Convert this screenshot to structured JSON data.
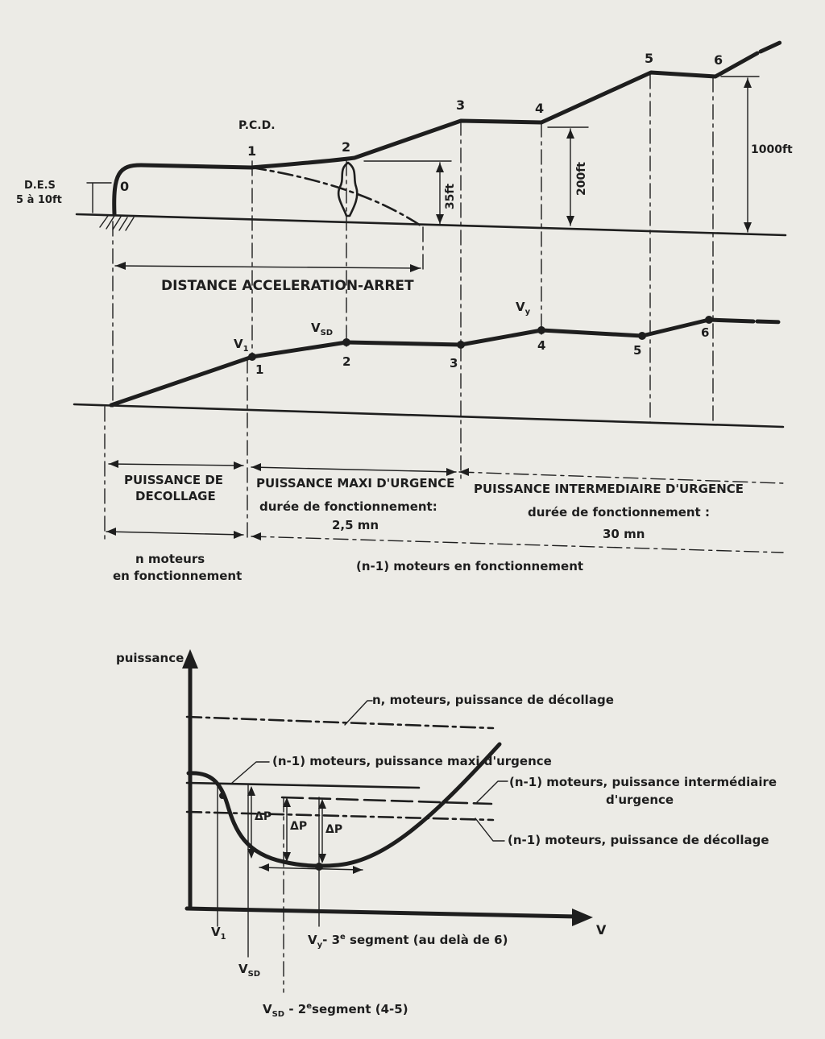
{
  "colors": {
    "ink": "#1e1e1e",
    "paper": "#ecebe6"
  },
  "profile": {
    "des_line1": "D.E.S",
    "des_line2": "5 à 10ft",
    "pcd": "P.C.D.",
    "height_35": "35ft",
    "height_200": "200ft",
    "height_1000": "1000ft",
    "distance_label": "DISTANCE ACCELERATION-ARRET",
    "points": [
      "0",
      "1",
      "2",
      "3",
      "4",
      "5",
      "6"
    ]
  },
  "speed": {
    "v1": "V",
    "v1_sub": "1",
    "vsd": "V",
    "vsd_sub": "SD",
    "vy": "V",
    "vy_sub": "y",
    "points": [
      "1",
      "2",
      "3",
      "4",
      "5",
      "6"
    ]
  },
  "phases": {
    "takeoff_power_1": "PUISSANCE DE",
    "takeoff_power_2": "DECOLLAGE",
    "max_emergency": "PUISSANCE MAXI D'URGENCE",
    "max_duration_1": "durée de fonctionnement:",
    "max_duration_2": "2,5 mn",
    "inter_emergency": "PUISSANCE INTERMEDIAIRE D'URGENCE",
    "inter_duration_1": "durée de fonctionnement :",
    "inter_duration_2": "30 mn",
    "n_engines_1": "n moteurs",
    "n_engines_2": "en fonctionnement",
    "n1_engines": "(n-1)  moteurs en fonctionnement"
  },
  "power_chart": {
    "y_axis": "puissance",
    "x_axis": "V",
    "line_n_takeoff": "n, moteurs, puissance de décollage",
    "line_n1_max": "(n-1) moteurs, puissance maxi d'urgence",
    "line_n1_inter_1": "(n-1) moteurs, puissance intermédiaire",
    "line_n1_inter_2": "d'urgence",
    "line_n1_takeoff": "(n-1) moteurs, puissance de décollage",
    "delta_p": "ΔP",
    "v1": "V",
    "v1_sub": "1",
    "vsd": "V",
    "vsd_sub": "SD",
    "vy_segment": "- 3",
    "vy_segment_sup": "e",
    "vy_segment_rest": " segment (au delà de 6)",
    "vy": "V",
    "vy_sub": "y",
    "vsd_segment": " - 2",
    "vsd_segment_sup": "e",
    "vsd_segment_rest": "segment (4-5)",
    "vsd2": "V",
    "vsd2_sub": "SD"
  }
}
